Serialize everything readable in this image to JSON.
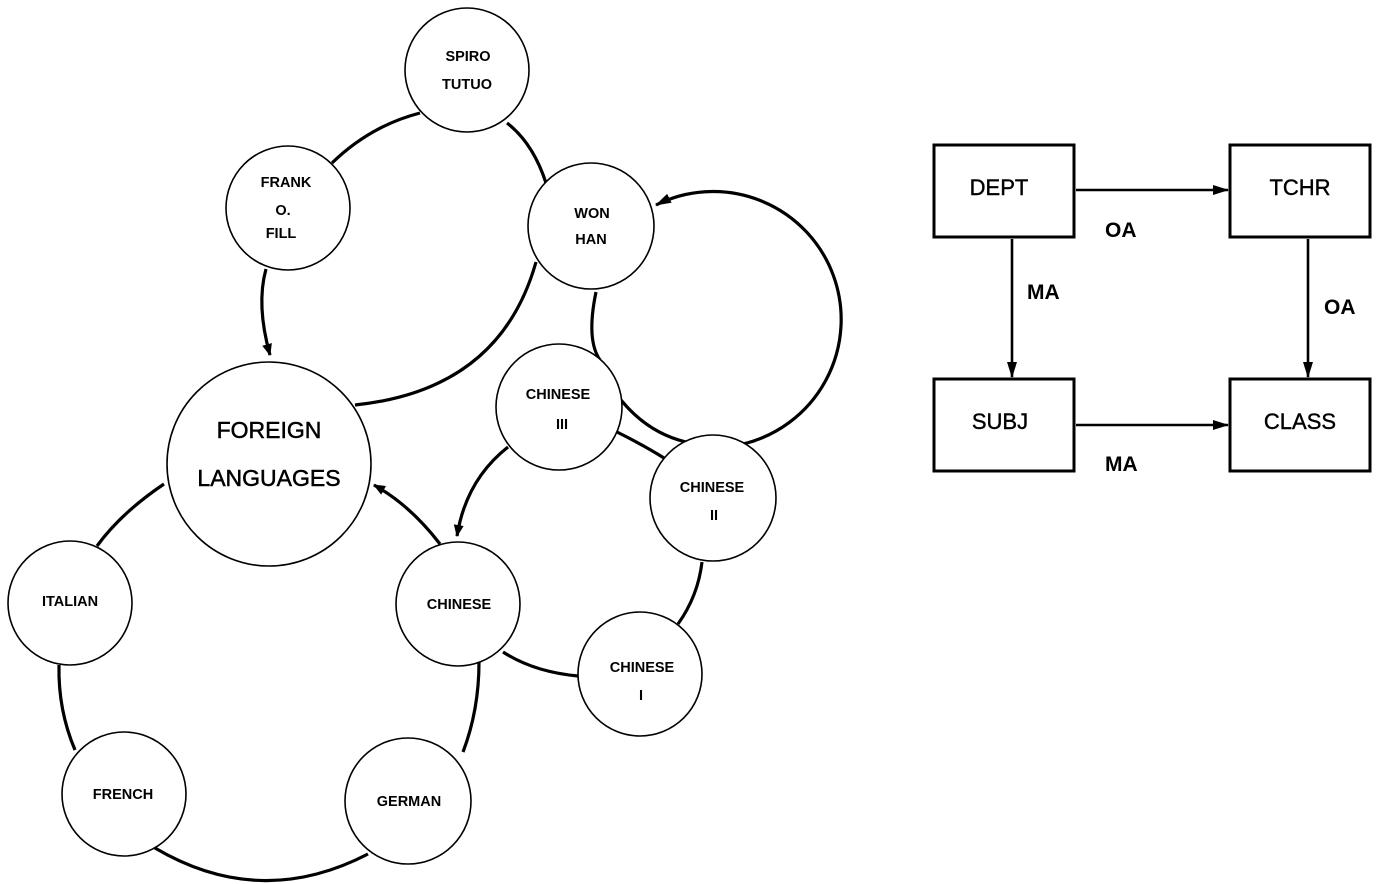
{
  "network": {
    "nodes": {
      "spiro": {
        "lines": [
          "SPIRO",
          "TUTUO"
        ]
      },
      "frank": {
        "lines": [
          "FRANK",
          "O.",
          "FILL"
        ]
      },
      "won": {
        "lines": [
          "WON",
          "HAN"
        ]
      },
      "foreign": {
        "lines": [
          "FOREIGN",
          "LANGUAGES"
        ]
      },
      "chinese3": {
        "lines": [
          "CHINESE",
          "III"
        ]
      },
      "chinese2": {
        "lines": [
          "CHINESE",
          "II"
        ]
      },
      "italian": {
        "lines": [
          "ITALIAN"
        ]
      },
      "chinese": {
        "lines": [
          "CHINESE"
        ]
      },
      "chinese1": {
        "lines": [
          "CHINESE",
          "I"
        ]
      },
      "french": {
        "lines": [
          "FRENCH"
        ]
      },
      "german": {
        "lines": [
          "GERMAN"
        ]
      }
    }
  },
  "schema": {
    "boxes": {
      "dept": "DEPT",
      "tchr": "TCHR",
      "subj": "SUBJ",
      "class": "CLASS"
    },
    "relations": {
      "dept_tchr": "OA",
      "dept_subj": "MA",
      "tchr_class": "OA",
      "subj_class": "MA"
    }
  }
}
